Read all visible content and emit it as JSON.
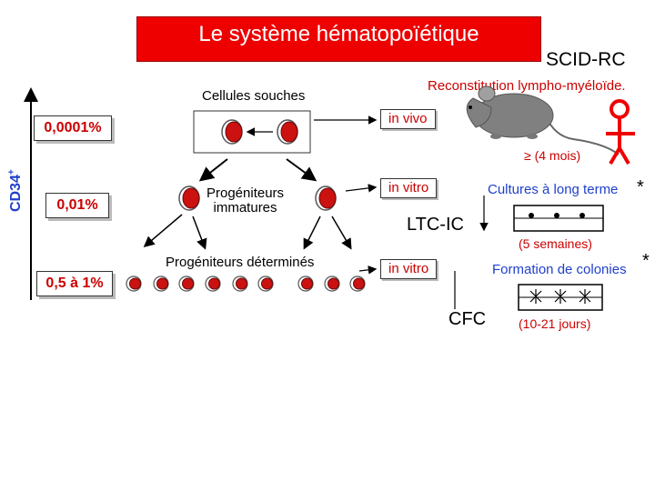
{
  "title": "Le système hématopoïétique",
  "scid_label": "SCID-RC",
  "reconstitution_label": "Reconstitution lympho-myéloïde.",
  "stem_cells_label": "Cellules souches",
  "in_vivo_label": "in vivo",
  "in_vitro_ltc_label": "in vitro",
  "in_vitro_cfc_label": "in vitro",
  "percent_stem": "0,0001%",
  "percent_immature": "0,01%",
  "percent_committed": "0,5 à 1%",
  "cd34_label": "CD34",
  "cd34_sup": "+",
  "duration_label": "≥ (4 mois)",
  "progenitors_immature_line1": "Progéniteurs",
  "progenitors_immature_line2": "immatures",
  "progenitors_committed_label": "Progéniteurs déterminés",
  "long_term_culture_label": "Cultures à long terme",
  "asterisk_1": "*",
  "asterisk_2": "*",
  "ltcic_label": "LTC-IC",
  "five_weeks_label": "(5 semaines)",
  "colony_formation_label": "Formation de colonies",
  "cfc_label": "CFC",
  "ten_21_days_label": "(10-21 jours)",
  "colors": {
    "title_bg": "#ee0000",
    "accent_red": "#cc0000",
    "blue": "#1f3fcc",
    "cell_red": "#cc1111",
    "cell_outline": "#8a1a1a",
    "mouse_gray": "#808080"
  }
}
